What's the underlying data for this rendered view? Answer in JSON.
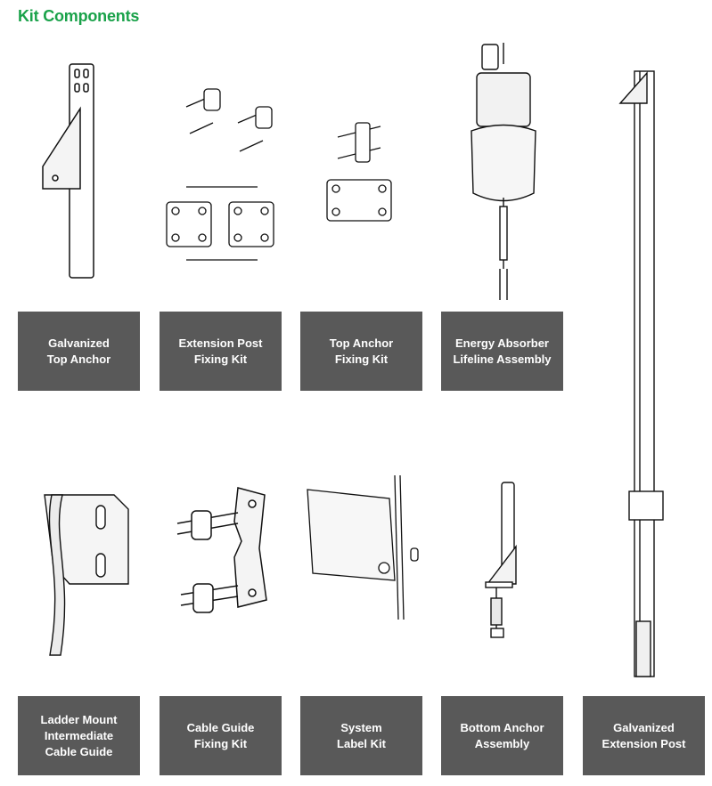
{
  "heading": "Kit Components",
  "items": [
    {
      "id": "galvanized-top-anchor",
      "label_lines": [
        "Galvanized",
        "Top Anchor"
      ]
    },
    {
      "id": "extension-post-fixing-kit",
      "label_lines": [
        "Extension Post",
        "Fixing Kit"
      ]
    },
    {
      "id": "top-anchor-fixing-kit",
      "label_lines": [
        "Top Anchor",
        "Fixing Kit"
      ]
    },
    {
      "id": "energy-absorber-lifeline-assembly",
      "label_lines": [
        "Energy Absorber",
        "Lifeline Assembly"
      ]
    },
    {
      "id": "galvanized-extension-post",
      "label_lines": [
        "Galvanized",
        "Extension Post"
      ]
    },
    {
      "id": "ladder-mount-intermediate-cable-guide",
      "label_lines": [
        "Ladder Mount",
        "Intermediate",
        "Cable Guide"
      ]
    },
    {
      "id": "cable-guide-fixing-kit",
      "label_lines": [
        "Cable Guide",
        "Fixing Kit"
      ]
    },
    {
      "id": "system-label-kit",
      "label_lines": [
        "System",
        "Label Kit"
      ]
    },
    {
      "id": "bottom-anchor-assembly",
      "label_lines": [
        "Bottom Anchor",
        "Assembly"
      ]
    }
  ]
}
